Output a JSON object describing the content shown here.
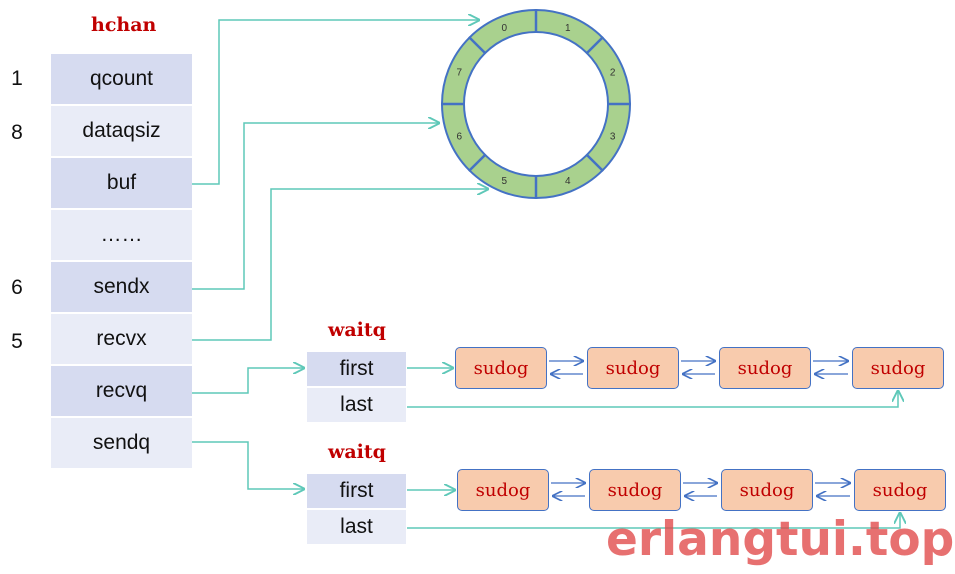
{
  "hchan": {
    "title": "hchan",
    "fields": [
      {
        "label": "qcount",
        "index": "1"
      },
      {
        "label": "dataqsiz",
        "index": "8"
      },
      {
        "label": "buf",
        "index": ""
      },
      {
        "label": "……",
        "index": ""
      },
      {
        "label": "sendx",
        "index": "6"
      },
      {
        "label": "recvx",
        "index": "5"
      },
      {
        "label": "recvq",
        "index": ""
      },
      {
        "label": "sendq",
        "index": ""
      }
    ]
  },
  "ring": {
    "segments": [
      "0",
      "1",
      "2",
      "3",
      "4",
      "5",
      "6",
      "7"
    ],
    "fill_color": "#a9d18e",
    "border_color": "#4472c4"
  },
  "waitq_recv": {
    "title": "waitq",
    "first": "first",
    "last": "last",
    "sudogs": [
      "sudog",
      "sudog",
      "sudog",
      "sudog"
    ]
  },
  "waitq_send": {
    "title": "waitq",
    "first": "first",
    "last": "last",
    "sudogs": [
      "sudog",
      "sudog",
      "sudog",
      "sudog"
    ]
  },
  "colors": {
    "arrow_teal": "#5ec8b8",
    "arrow_blue": "#4472c4",
    "title_red": "#c00000",
    "sudog_fill": "#f8cbad"
  },
  "watermark": "erlangtui.top"
}
